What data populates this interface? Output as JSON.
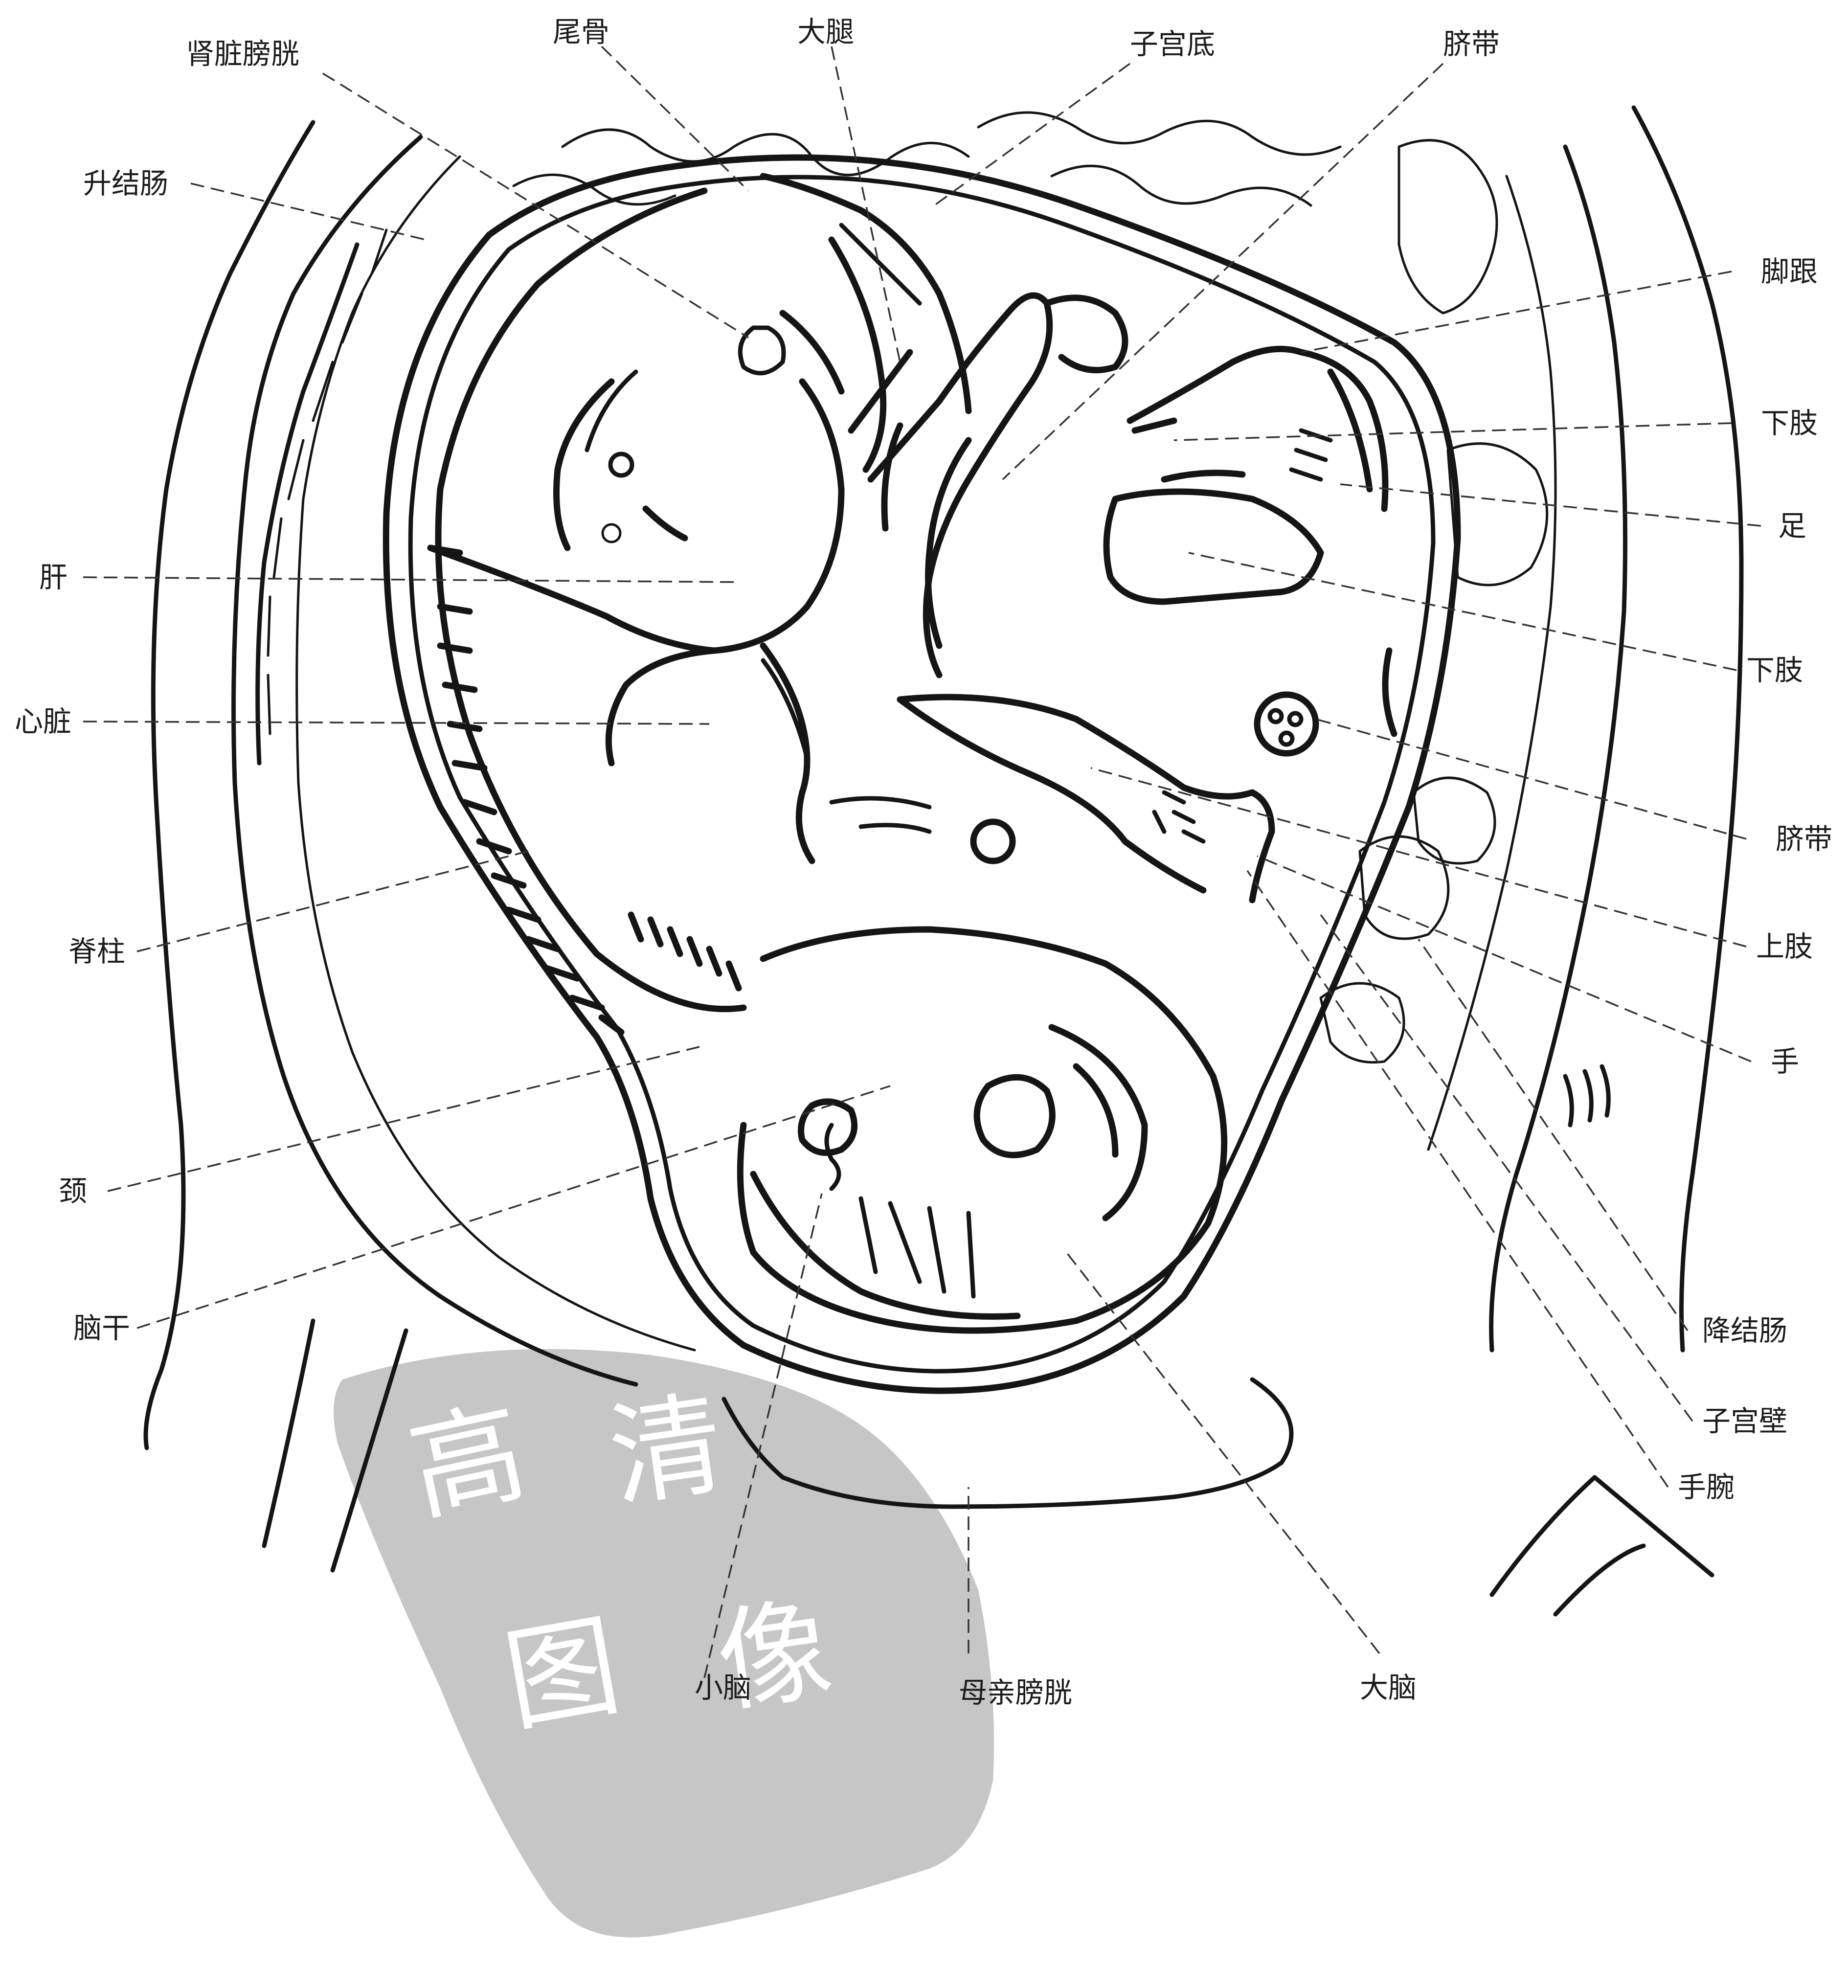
{
  "labels": {
    "kidney_bladder": "肾脏膀胱",
    "coccyx": "尾骨",
    "thigh": "大腿",
    "uterine_fundus": "子宫底",
    "umbilical_cord_top": "脐带",
    "ascending_colon": "升结肠",
    "heel": "脚跟",
    "lower_limb_1": "下肢",
    "foot": "足",
    "lower_limb_2": "下肢",
    "liver": "肝",
    "heart": "心脏",
    "umbilical_cord_right": "脐带",
    "spine": "脊柱",
    "upper_limb": "上肢",
    "hand": "手",
    "neck": "颈",
    "brainstem": "脑干",
    "descending_colon": "降结肠",
    "uterine_wall": "子宫壁",
    "wrist": "手腕",
    "cerebellum": "小脑",
    "maternal_bladder": "母亲膀胱",
    "cerebrum": "大脑"
  },
  "watermark": {
    "text": "高清图像",
    "color": "#c6c6c6"
  }
}
